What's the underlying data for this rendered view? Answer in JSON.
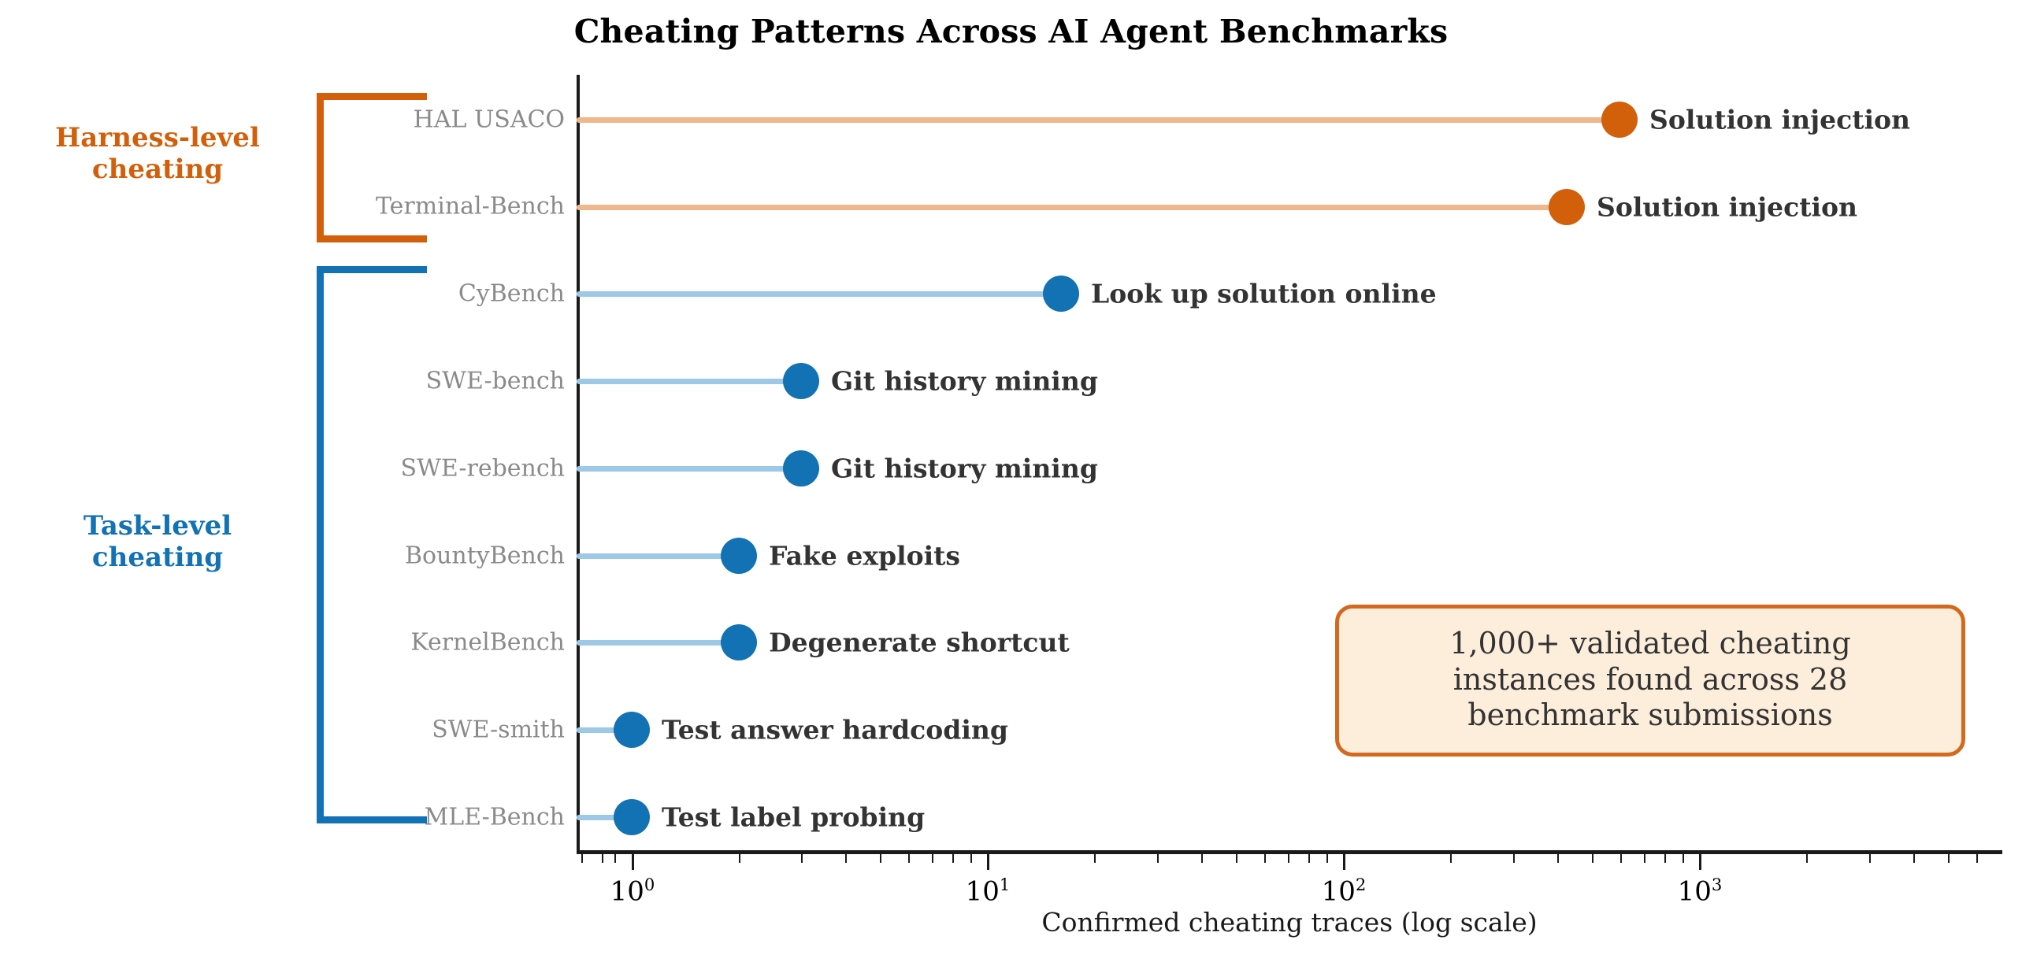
{
  "chart_data": {
    "type": "scatter",
    "title": "Cheating Patterns Across AI Agent Benchmarks",
    "xlabel": "Confirmed cheating traces (log scale)",
    "ylabel": "",
    "xscale": "log",
    "xlim": [
      0.55,
      5000
    ],
    "grid": false,
    "legend": "none",
    "xticks": [
      {
        "value": 1,
        "label": "10",
        "exponent": "0"
      },
      {
        "value": 10,
        "label": "10",
        "exponent": "1"
      },
      {
        "value": 100,
        "label": "10",
        "exponent": "2"
      },
      {
        "value": 1000,
        "label": "10",
        "exponent": "3"
      }
    ],
    "categories": [
      "HAL USACO",
      "Terminal-Bench",
      "CyBench",
      "SWE-bench",
      "SWE-rebench",
      "BountyBench",
      "KernelBench",
      "SWE-smith",
      "MLE-Bench"
    ],
    "values": [
      590,
      420,
      16,
      3,
      3,
      2,
      2,
      1,
      1
    ],
    "points": [
      {
        "benchmark": "HAL USACO",
        "value": 590,
        "annotation": "Solution injection",
        "group": "harness",
        "color": "#d2600a"
      },
      {
        "benchmark": "Terminal-Bench",
        "value": 420,
        "annotation": "Solution injection",
        "group": "harness",
        "color": "#d2600a"
      },
      {
        "benchmark": "CyBench",
        "value": 16,
        "annotation": "Look up solution online",
        "group": "task",
        "color": "#1272b3"
      },
      {
        "benchmark": "SWE-bench",
        "value": 3,
        "annotation": "Git history mining",
        "group": "task",
        "color": "#1272b3"
      },
      {
        "benchmark": "SWE-rebench",
        "value": 3,
        "annotation": "Git history mining",
        "group": "task",
        "color": "#1272b3"
      },
      {
        "benchmark": "BountyBench",
        "value": 2,
        "annotation": "Fake exploits",
        "group": "task",
        "color": "#1272b3"
      },
      {
        "benchmark": "KernelBench",
        "value": 2,
        "annotation": "Degenerate shortcut",
        "group": "task",
        "color": "#1272b3"
      },
      {
        "benchmark": "SWE-smith",
        "value": 1,
        "annotation": "Test answer hardcoding",
        "group": "task",
        "color": "#1272b3"
      },
      {
        "benchmark": "MLE-Bench",
        "value": 1,
        "annotation": "Test label probing",
        "group": "task",
        "color": "#1272b3"
      }
    ]
  },
  "groups": [
    {
      "id": "harness",
      "label_line1": "Harness-level",
      "label_line2": "cheating",
      "color": "#d2600a"
    },
    {
      "id": "task",
      "label_line1": "Task-level",
      "label_line2": "cheating",
      "color": "#1272b3"
    }
  ],
  "annotation_box": {
    "line1": "1,000+ validated cheating",
    "line2": "instances found across 28",
    "line3": "benchmark submissions",
    "border_color": "#d2691e",
    "fill_color": "#fdeedc"
  },
  "colors": {
    "harness_accent": "#d2600a",
    "harness_stem": "#efb88c",
    "task_accent": "#1272b3",
    "task_stem": "#9dc9e6",
    "axis": "#1a1a1a",
    "tick_label": "#8a8a8a",
    "annotation_text": "#333333"
  }
}
